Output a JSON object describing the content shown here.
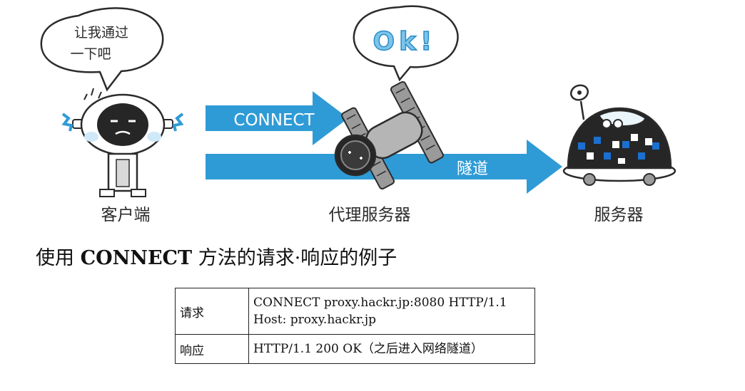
{
  "diagram": {
    "bubbles": {
      "client_line1": "让我通过",
      "client_line2": "一下吧",
      "proxy": "Ok!"
    },
    "arrows": {
      "connect": "CONNECT",
      "tunnel": "隧道"
    },
    "labels": {
      "client": "客户端",
      "proxy": "代理服务器",
      "server": "服务器"
    },
    "colors": {
      "arrow_blue": "#2f9bd6",
      "bubble_text": "#2a8cc8",
      "ink": "#2b2b2b",
      "pixel_blue": "#1b6fd0"
    }
  },
  "caption": {
    "prefix": "使用 ",
    "bold": "CONNECT",
    "suffix": " 方法的请求·响应的例子"
  },
  "table": {
    "rows": [
      {
        "label": "请求",
        "lines": [
          "CONNECT proxy.hackr.jp:8080 HTTP/1.1",
          "Host: proxy.hackr.jp"
        ]
      },
      {
        "label": "响应",
        "lines": [
          "HTTP/1.1 200 OK（之后进入网络隧道）"
        ]
      }
    ]
  }
}
